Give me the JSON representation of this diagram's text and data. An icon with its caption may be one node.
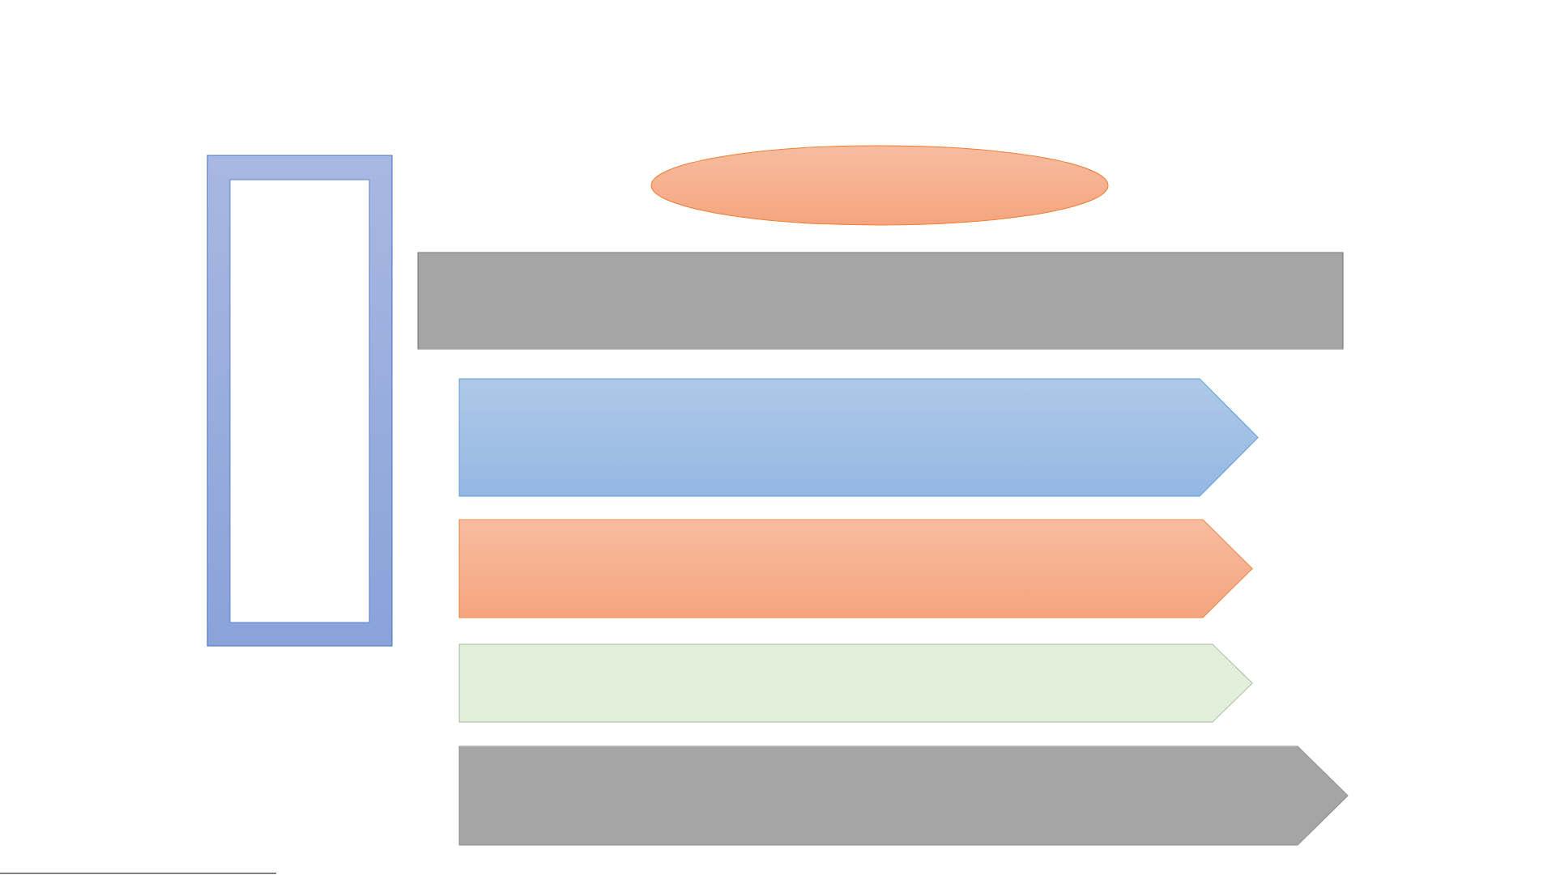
{
  "diagram": {
    "nodes": [
      {
        "text": [],
        "shape": "frame"
      },
      {
        "text": [],
        "shape": "ellipse"
      },
      {
        "text": [],
        "shape": "box"
      },
      {
        "text": [],
        "shape": "arrow"
      },
      {
        "text": [],
        "shape": "arrow"
      },
      {
        "text": [],
        "shape": "arrow"
      },
      {
        "text": [],
        "shape": "arrow"
      }
    ]
  }
}
